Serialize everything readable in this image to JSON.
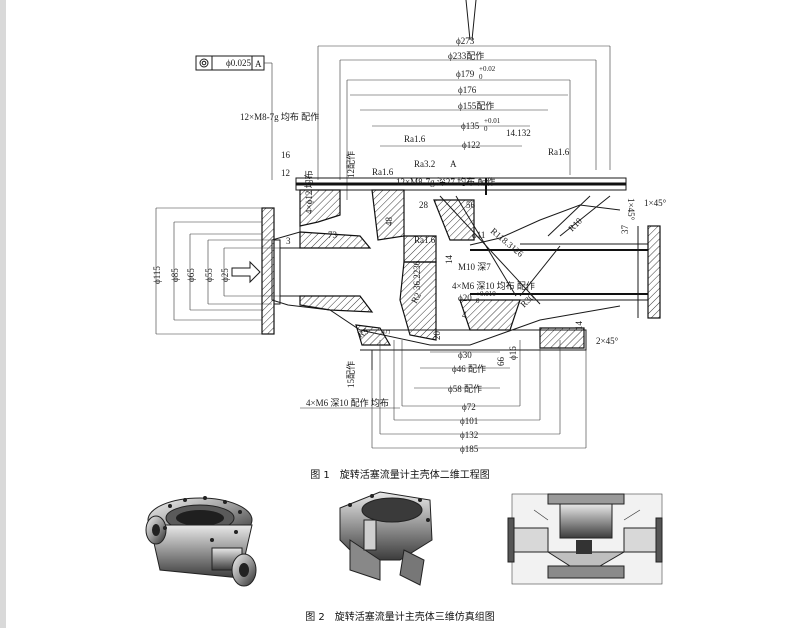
{
  "figure1": {
    "number": "图 1",
    "title": "旋转活塞流量计主壳体二维工程图",
    "tolerance_frame": {
      "value": "ϕ0.025",
      "datum": "A"
    },
    "labels": {
      "d273": "ϕ273",
      "d233": "ϕ233配作",
      "d179": "ϕ179",
      "d179_tol": "+0.02",
      "d179_tol0": "0",
      "d176": "ϕ176",
      "d155": "ϕ155配作",
      "d135": "ϕ135",
      "d135_tol": "+0.01",
      "d135_tol0": "0",
      "d14132": "14.132",
      "d122": "ϕ122",
      "thread12": "12×M8-7g 均布 配作",
      "ra16a": "Ra1.6",
      "ra16b": "Ra1.6",
      "ra16c": "Ra1.6",
      "ra16d": "Ra1.6",
      "ra32": "Ra3.2",
      "datumA": "A",
      "thread12b": "12×M8-7g 深27 均布 配作",
      "v12": "12配作",
      "v16": "16",
      "v12b": "12",
      "holes4": "4×ϕ12 均布",
      "v48": "48",
      "v28": "28",
      "v56": "56",
      "v3": "3",
      "v73": "73",
      "d11": "ϕ11",
      "r118": "R118.3126",
      "r10": "R10",
      "v37": "37",
      "ch1": "1×45°",
      "ch1b": "1×45°",
      "d115": "ϕ115",
      "d85": "ϕ85",
      "d65": "ϕ65",
      "d55": "ϕ55",
      "d25": "ϕ25",
      "v14": "14",
      "m10": "M10 深7",
      "v3623": "36.2236",
      "m6a": "4×M6 深10 均布 配作",
      "d20": "ϕ20",
      "d20_tol": "+0.010",
      "d20_tol0": "0",
      "r30": "R30",
      "r2": "R2",
      "r5": "R5",
      "v5": "5",
      "v20": "20",
      "v4": "4",
      "v14b": "14",
      "ch2": "2×45°",
      "d30": "ϕ30",
      "d16": "ϕ16",
      "v66": "66",
      "d46": "ϕ46 配作",
      "v15": "15配作",
      "d58": "ϕ58 配作",
      "m6b": "4×M6 深10 配作 均布",
      "d72": "ϕ72",
      "d101": "ϕ101",
      "d132": "ϕ132",
      "d185": "ϕ185"
    }
  },
  "figure2": {
    "number": "图 2",
    "title": "旋转活塞流量计主壳体三维仿真组图"
  }
}
